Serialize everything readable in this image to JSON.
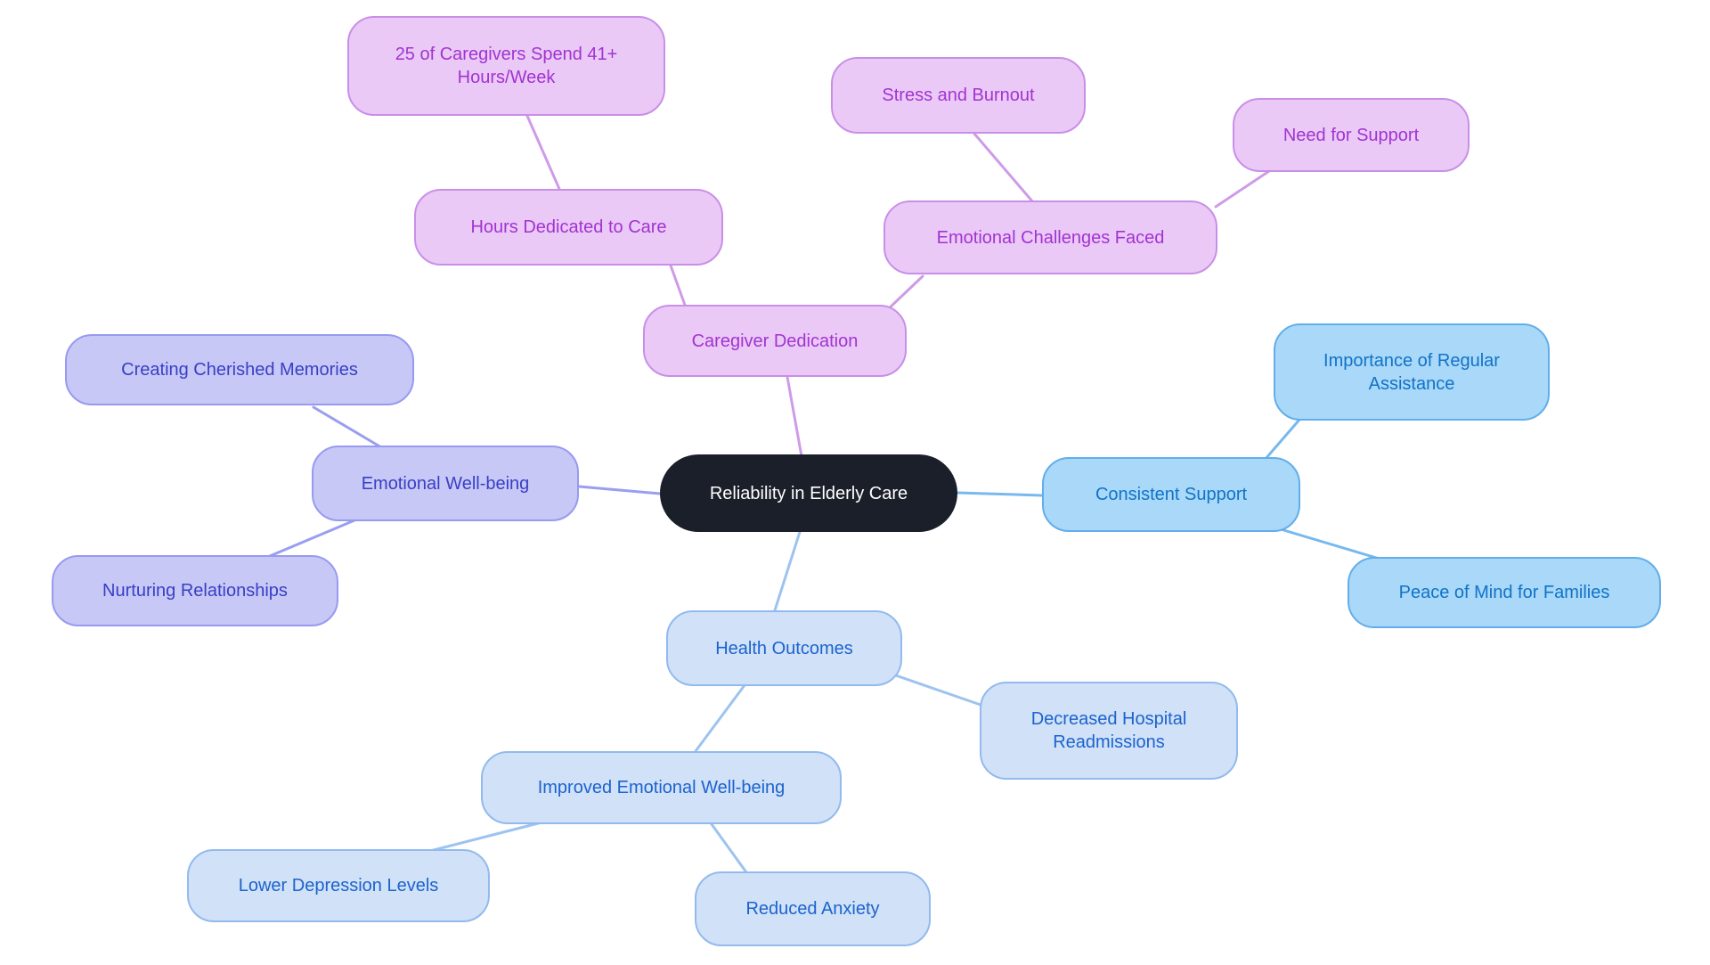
{
  "diagram": {
    "type": "mindmap",
    "central_topic": "Reliability in Elderly Care"
  },
  "nodes": [
    {
      "id": "center",
      "label": "Reliability in Elderly Care",
      "group": "center"
    },
    {
      "id": "caregiver_dedication",
      "label": "Caregiver Dedication",
      "group": "purple"
    },
    {
      "id": "hours_dedicated",
      "label": "Hours Dedicated to Care",
      "group": "purple"
    },
    {
      "id": "caregivers_spend_41",
      "label": "25 of Caregivers Spend 41+ Hours/Week",
      "group": "purple"
    },
    {
      "id": "emotional_challenges",
      "label": "Emotional Challenges Faced",
      "group": "purple"
    },
    {
      "id": "stress_burnout",
      "label": "Stress and Burnout",
      "group": "purple"
    },
    {
      "id": "need_support",
      "label": "Need for Support",
      "group": "purple"
    },
    {
      "id": "emotional_wellbeing",
      "label": "Emotional Well-being",
      "group": "periwinkle"
    },
    {
      "id": "creating_memories",
      "label": "Creating Cherished Memories",
      "group": "periwinkle"
    },
    {
      "id": "nurturing_relationships",
      "label": "Nurturing Relationships",
      "group": "periwinkle"
    },
    {
      "id": "consistent_support",
      "label": "Consistent Support",
      "group": "sky"
    },
    {
      "id": "importance_regular",
      "label": "Importance of Regular Assistance",
      "group": "sky"
    },
    {
      "id": "peace_of_mind",
      "label": "Peace of Mind for Families",
      "group": "sky"
    },
    {
      "id": "health_outcomes",
      "label": "Health Outcomes",
      "group": "pale"
    },
    {
      "id": "decreased_hospital",
      "label": "Decreased Hospital Readmissions",
      "group": "pale"
    },
    {
      "id": "improved_wellbeing",
      "label": "Improved Emotional Well-being",
      "group": "pale"
    },
    {
      "id": "lower_depression",
      "label": "Lower Depression Levels",
      "group": "pale"
    },
    {
      "id": "reduced_anxiety",
      "label": "Reduced Anxiety",
      "group": "pale"
    }
  ],
  "edges": [
    {
      "from": "center",
      "to": "caregiver_dedication"
    },
    {
      "from": "caregiver_dedication",
      "to": "hours_dedicated"
    },
    {
      "from": "hours_dedicated",
      "to": "caregivers_spend_41"
    },
    {
      "from": "caregiver_dedication",
      "to": "emotional_challenges"
    },
    {
      "from": "emotional_challenges",
      "to": "stress_burnout"
    },
    {
      "from": "emotional_challenges",
      "to": "need_support"
    },
    {
      "from": "center",
      "to": "emotional_wellbeing"
    },
    {
      "from": "emotional_wellbeing",
      "to": "creating_memories"
    },
    {
      "from": "emotional_wellbeing",
      "to": "nurturing_relationships"
    },
    {
      "from": "center",
      "to": "consistent_support"
    },
    {
      "from": "consistent_support",
      "to": "importance_regular"
    },
    {
      "from": "consistent_support",
      "to": "peace_of_mind"
    },
    {
      "from": "center",
      "to": "health_outcomes"
    },
    {
      "from": "health_outcomes",
      "to": "decreased_hospital"
    },
    {
      "from": "health_outcomes",
      "to": "improved_wellbeing"
    },
    {
      "from": "improved_wellbeing",
      "to": "lower_depression"
    },
    {
      "from": "improved_wellbeing",
      "to": "reduced_anxiety"
    }
  ],
  "palette": {
    "center": {
      "fill": "#1a1f29",
      "border": "#1a1f29",
      "text": "#ffffff"
    },
    "purple": {
      "fill": "#eac9f7",
      "border": "#c98fe7",
      "text": "#a233d1",
      "line": "#cf9be8"
    },
    "periwinkle": {
      "fill": "#c7c8f6",
      "border": "#979af0",
      "text": "#383fc5",
      "line": "#9a9ef0"
    },
    "sky": {
      "fill": "#a9d8f8",
      "border": "#62aeea",
      "text": "#1173c8",
      "line": "#77b9ee"
    },
    "pale": {
      "fill": "#d0e1f8",
      "border": "#93baed",
      "text": "#1c63cd",
      "line": "#9dc3ef"
    },
    "background": "#ffffff"
  }
}
